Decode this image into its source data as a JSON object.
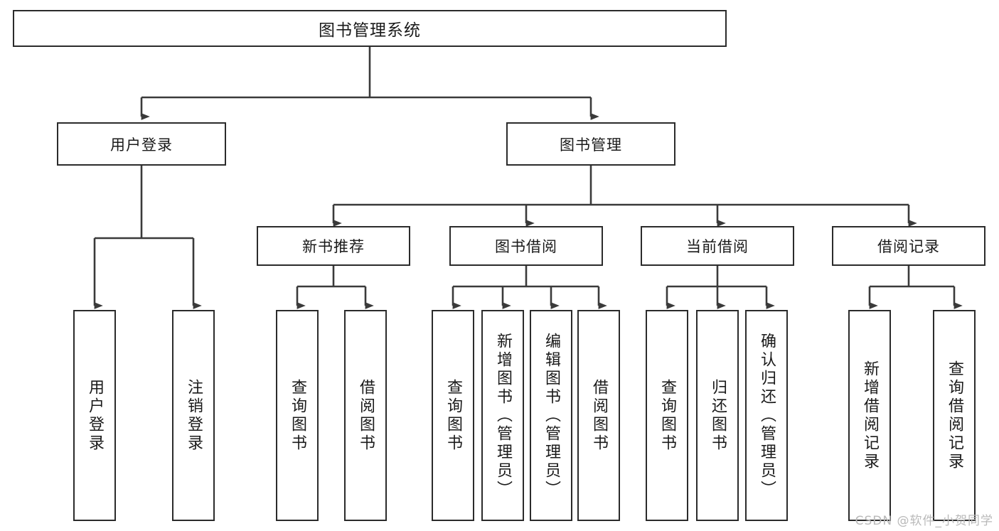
{
  "diagram": {
    "title": "图书管理系统",
    "type": "tree-hierarchy-chart",
    "watermark": "CSDN @软件_小贺同学",
    "colors": {
      "box_border": "#2b2b2b",
      "box_fill": "#ffffff",
      "edge": "#3a3a3a",
      "text": "#1a1a1a",
      "watermark": "#b9b9b9"
    },
    "root": {
      "label": "图书管理系统"
    },
    "level2": [
      {
        "key": "user_login",
        "label": "用户登录"
      },
      {
        "key": "book_manage",
        "label": "图书管理"
      }
    ],
    "level3": [
      {
        "key": "new_book_rec",
        "label": "新书推荐",
        "parent": "book_manage"
      },
      {
        "key": "book_borrow",
        "label": "图书借阅",
        "parent": "book_manage"
      },
      {
        "key": "current_borrow",
        "label": "当前借阅",
        "parent": "book_manage"
      },
      {
        "key": "borrow_record",
        "label": "借阅记录",
        "parent": "book_manage"
      }
    ],
    "leaves": [
      {
        "key": "leaf_user_login",
        "label": "用户登录",
        "parent": "user_login"
      },
      {
        "key": "leaf_user_logout",
        "label": "注销登录",
        "parent": "user_login"
      },
      {
        "key": "leaf_query_book_1",
        "label": "查询图书",
        "parent": "new_book_rec"
      },
      {
        "key": "leaf_borrow_book_1",
        "label": "借阅图书",
        "parent": "new_book_rec"
      },
      {
        "key": "leaf_query_book_2",
        "label": "查询图书",
        "parent": "book_borrow"
      },
      {
        "key": "leaf_add_book",
        "label": "新增图书（管理员）",
        "parent": "book_borrow"
      },
      {
        "key": "leaf_edit_book",
        "label": "编辑图书（管理员）",
        "parent": "book_borrow"
      },
      {
        "key": "leaf_borrow_book_2",
        "label": "借阅图书",
        "parent": "book_borrow"
      },
      {
        "key": "leaf_query_book_3",
        "label": "查询图书",
        "parent": "current_borrow"
      },
      {
        "key": "leaf_return_book",
        "label": "归还图书",
        "parent": "current_borrow"
      },
      {
        "key": "leaf_confirm_return",
        "label": "确认归还（管理员）",
        "parent": "current_borrow"
      },
      {
        "key": "leaf_add_record",
        "label": "新增借阅记录",
        "parent": "borrow_record"
      },
      {
        "key": "leaf_query_record",
        "label": "查询借阅记录",
        "parent": "borrow_record"
      }
    ]
  }
}
